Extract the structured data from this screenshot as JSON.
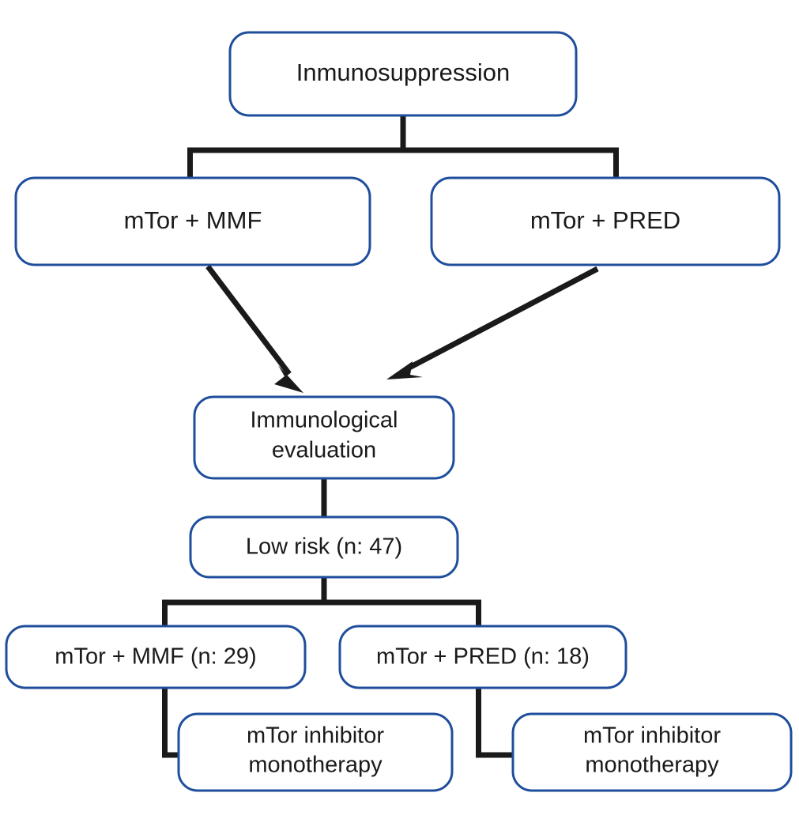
{
  "diagram": {
    "title": "Immunosuppression study flow diagram",
    "type": "flowchart",
    "colors": {
      "box_border": "#1f4e9c",
      "box_fill": "#ffffff",
      "connector": "#1a1a1a",
      "text": "#1a1a1a",
      "background": "#ffffff"
    },
    "nodes": [
      {
        "id": "immunosuppression",
        "label": "Inmunosuppression",
        "lines": [
          "Inmunosuppression"
        ],
        "level": 0
      },
      {
        "id": "mtor-mmf",
        "label": "mTor + MMF",
        "lines": [
          "mTor + MMF"
        ],
        "level": 1
      },
      {
        "id": "mtor-pred",
        "label": "mTor + PRED",
        "lines": [
          "mTor + PRED"
        ],
        "level": 1
      },
      {
        "id": "immunological-evaluation",
        "label": "Immunological evaluation",
        "lines": [
          "Immunological",
          "evaluation"
        ],
        "level": 2
      },
      {
        "id": "low-risk",
        "label": "Low risk (n: 47)",
        "lines": [
          "Low risk (n: 47)"
        ],
        "level": 3,
        "count": 47
      },
      {
        "id": "mtor-mmf-29",
        "label": "mTor + MMF (n: 29)",
        "lines": [
          "mTor + MMF (n: 29)"
        ],
        "level": 4,
        "count": 29
      },
      {
        "id": "mtor-pred-18",
        "label": "mTor + PRED (n: 18)",
        "lines": [
          "mTor + PRED (n: 18)"
        ],
        "level": 4,
        "count": 18
      },
      {
        "id": "monotherapy-left",
        "label": "mTor inhibitor monotherapy",
        "lines": [
          "mTor inhibitor",
          "monotherapy"
        ],
        "level": 5
      },
      {
        "id": "monotherapy-right",
        "label": "mTor inhibitor monotherapy",
        "lines": [
          "mTor inhibitor",
          "monotherapy"
        ],
        "level": 5
      }
    ]
  }
}
